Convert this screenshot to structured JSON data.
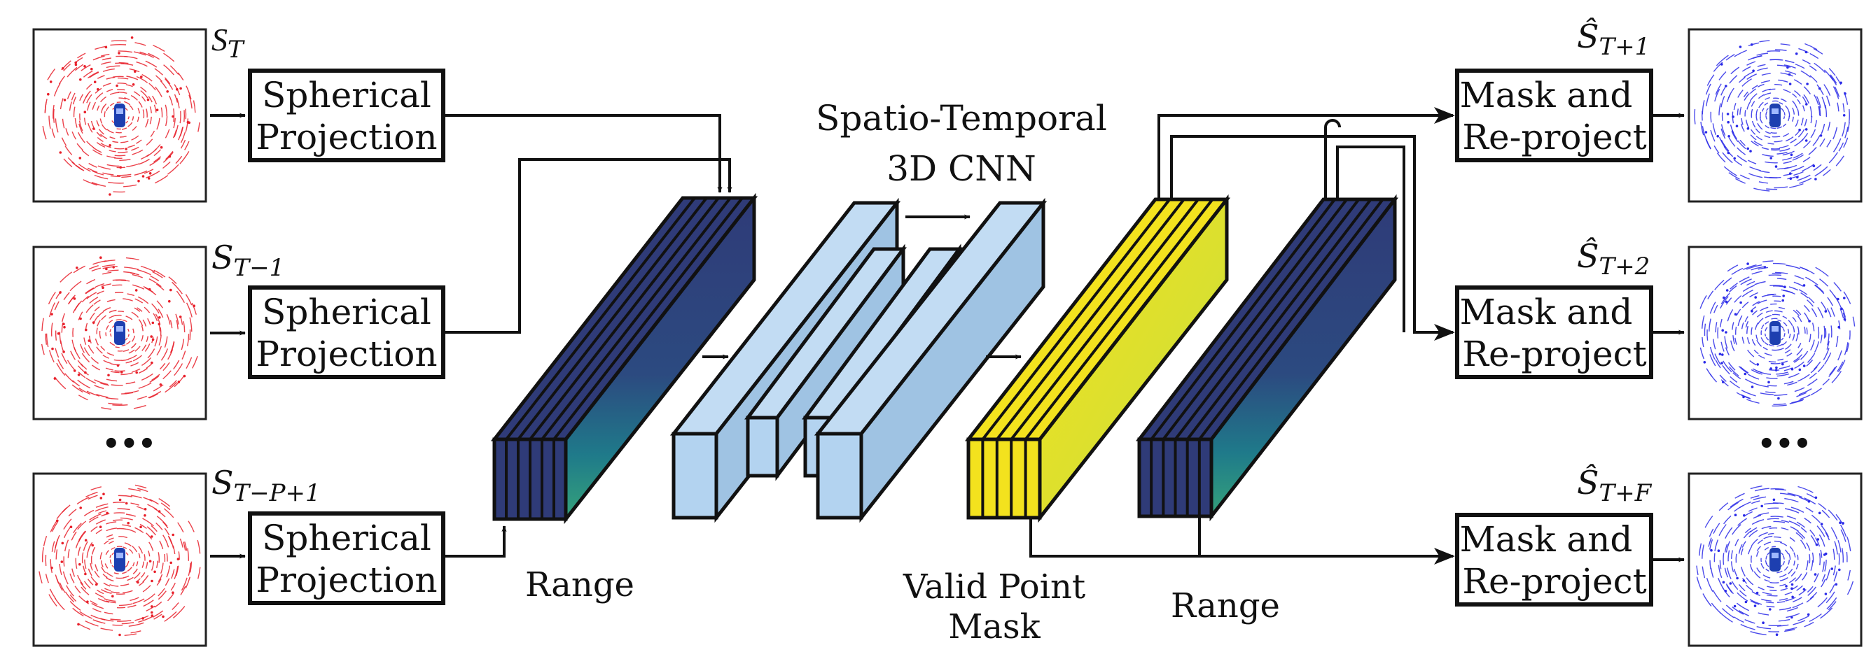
{
  "inputs": [
    {
      "label_main": "S",
      "label_sub": "T"
    },
    {
      "label_main": "S",
      "label_sub": "T−1"
    },
    {
      "label_main": "S",
      "label_sub": "T−P+1"
    }
  ],
  "input_ellipsis": "•••",
  "projection": {
    "line1": "Spherical",
    "line2": "Projection"
  },
  "range_label": "Range",
  "cnn_title": {
    "line1": "Spatio-Temporal",
    "line2": "3D CNN"
  },
  "mask_label": {
    "line1": "Valid Point",
    "line2": "Mask"
  },
  "range_out_label": "Range",
  "reproject": {
    "line1": "Mask and",
    "line2": "Re-project"
  },
  "outputs": [
    {
      "label_main": "Ŝ",
      "label_sub": "T+1"
    },
    {
      "label_main": "Ŝ",
      "label_sub": "T+2"
    },
    {
      "label_main": "Ŝ",
      "label_sub": "T+F"
    }
  ],
  "output_ellipsis": "•••",
  "colors": {
    "input_points": "#e8202a",
    "output_points": "#2a2ae8",
    "range_tensor": "#2f3b78",
    "mask_tensor": "#f3e21e",
    "cnn_block": "#a9ccec",
    "ego_vehicle": "#1d3fb0"
  }
}
